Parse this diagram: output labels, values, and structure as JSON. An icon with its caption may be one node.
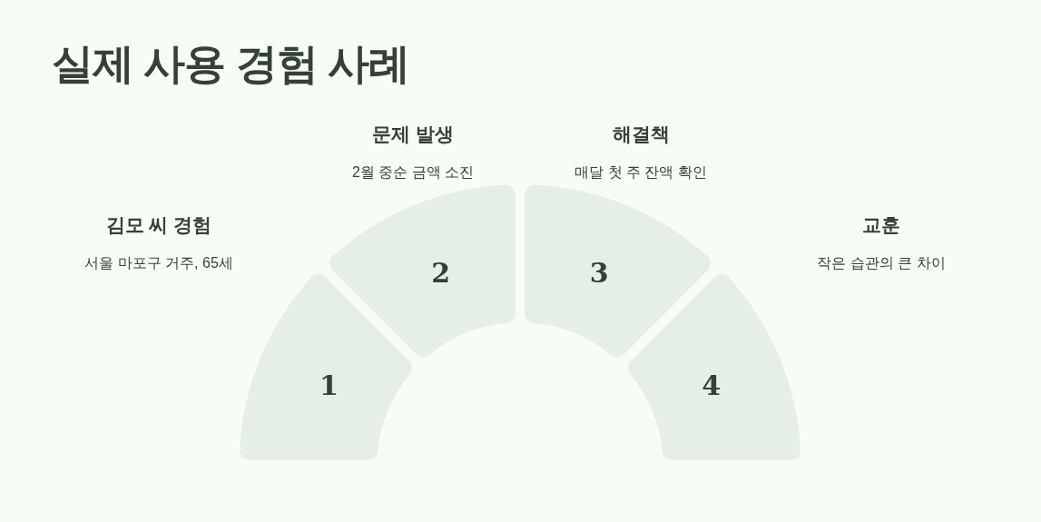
{
  "diagram": {
    "title": "실제 사용 경험 사례",
    "nodes": [
      {
        "text": [
          "1"
        ],
        "beside": [
          "김모 씨 경험",
          "서울 마포구 거주, 65세"
        ]
      },
      {
        "text": [
          "2"
        ],
        "beside": [
          "문제 발생",
          "2월 중순 금액 소진"
        ]
      },
      {
        "text": [
          "3"
        ],
        "beside": [
          "해결책",
          "매달 첫 주 잔액 확인"
        ]
      },
      {
        "text": [
          "4"
        ],
        "beside": [
          "교훈",
          "작은 습관의 큰 차이"
        ]
      }
    ],
    "edges": []
  }
}
